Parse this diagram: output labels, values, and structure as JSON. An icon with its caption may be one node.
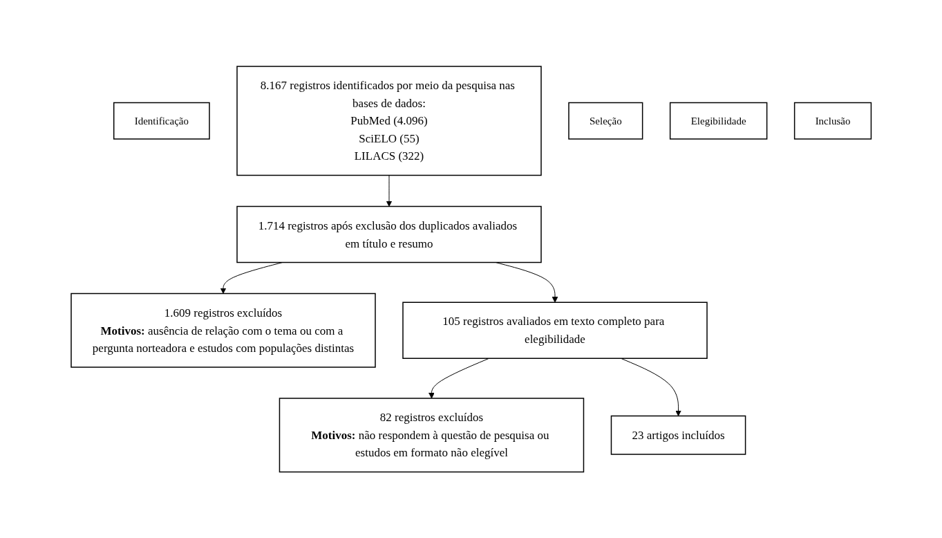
{
  "diagram": {
    "nodes": [
      {
        "text": [
          "Identificação"
        ]
      },
      {
        "text": [
          "8.167 registros identificados por meio da pesquisa nas bases de dados:",
          "PubMed (4.096)",
          "SciELO (55)",
          "LILACS (322)"
        ]
      },
      {
        "text": [
          "Seleção"
        ]
      },
      {
        "text": [
          "1.714 registros após exclusão dos duplicados avaliados em título e resumo"
        ]
      },
      {
        "text": [
          "1.609 registros excluídos",
          "**Motivos:** ausência de relação com o tema ou com a pergunta norteadora e estudos com populações distintas"
        ]
      },
      {
        "text": [
          "Elegibilidade"
        ]
      },
      {
        "text": [
          "105 registros avaliados em texto completo para elegibilidade"
        ]
      },
      {
        "text": [
          "82 registros excluídos",
          "**Motivos:** não respondem à questão de pesquisa ou estudos em formato não elegível"
        ]
      },
      {
        "text": [
          "Inclusão"
        ]
      },
      {
        "text": [
          "23 artigos incluídos"
        ]
      }
    ],
    "edges": [
      {
        "from": 1,
        "to": 3,
        "arrow": "to"
      },
      {
        "from": 3,
        "to": 4,
        "arrow": "to"
      },
      {
        "from": 3,
        "to": 6,
        "arrow": "to"
      },
      {
        "from": 6,
        "to": 7,
        "arrow": "to"
      },
      {
        "from": 6,
        "to": 9,
        "arrow": "to"
      }
    ]
  }
}
